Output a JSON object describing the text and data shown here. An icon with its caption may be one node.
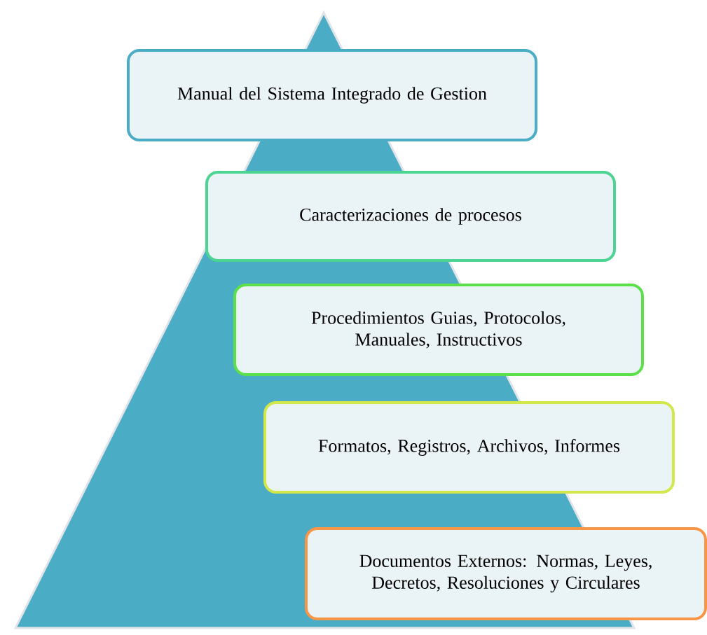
{
  "diagram": {
    "nodes": [
      {
        "text": [
          "Manual del Sistema Integrado de Gestion"
        ]
      },
      {
        "text": [
          "Caracterizaciones de procesos"
        ]
      },
      {
        "text": [
          "Procedimientos Guias, Protocolos, Manuales, Instructivos"
        ]
      },
      {
        "text": [
          "Formatos, Registros, Archivos, Informes"
        ]
      },
      {
        "text": [
          "Documentos Externos: Normas, Leyes, Decretos, Resoluciones y Circulares"
        ]
      }
    ]
  }
}
